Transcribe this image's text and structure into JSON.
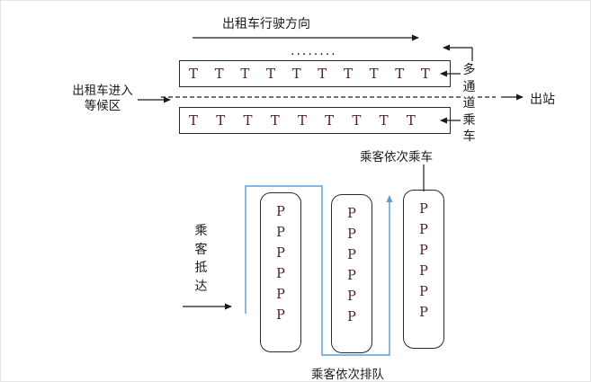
{
  "colors": {
    "line": "#1a1a1a",
    "queue_path": "#5b9bd5",
    "marker_letter": "#4a2323"
  },
  "top": {
    "direction_label": "出租车行驶方向",
    "dots": "........"
  },
  "left": {
    "entry_label": "出租车进入等候区"
  },
  "right": {
    "multichannel_label": "多通道乘车",
    "exit_label": "出站"
  },
  "lanes": {
    "top_markers": [
      "T",
      "T",
      "T",
      "T",
      "T",
      "T",
      "T",
      "T",
      "T",
      "T"
    ],
    "bottom_markers": [
      "T",
      "T",
      "T",
      "T",
      "T",
      "T",
      "T",
      "T",
      "T"
    ]
  },
  "boarding_label": "乘客依次乘车",
  "queues": {
    "q1": [
      "P",
      "P",
      "P",
      "P",
      "P",
      "P"
    ],
    "q2": [
      "P",
      "P",
      "P",
      "P",
      "P",
      "P"
    ],
    "q3": [
      "P",
      "P",
      "P",
      "P",
      "P",
      "P"
    ]
  },
  "arrival_label": "乘客抵达",
  "queue_label": "乘客依次排队"
}
